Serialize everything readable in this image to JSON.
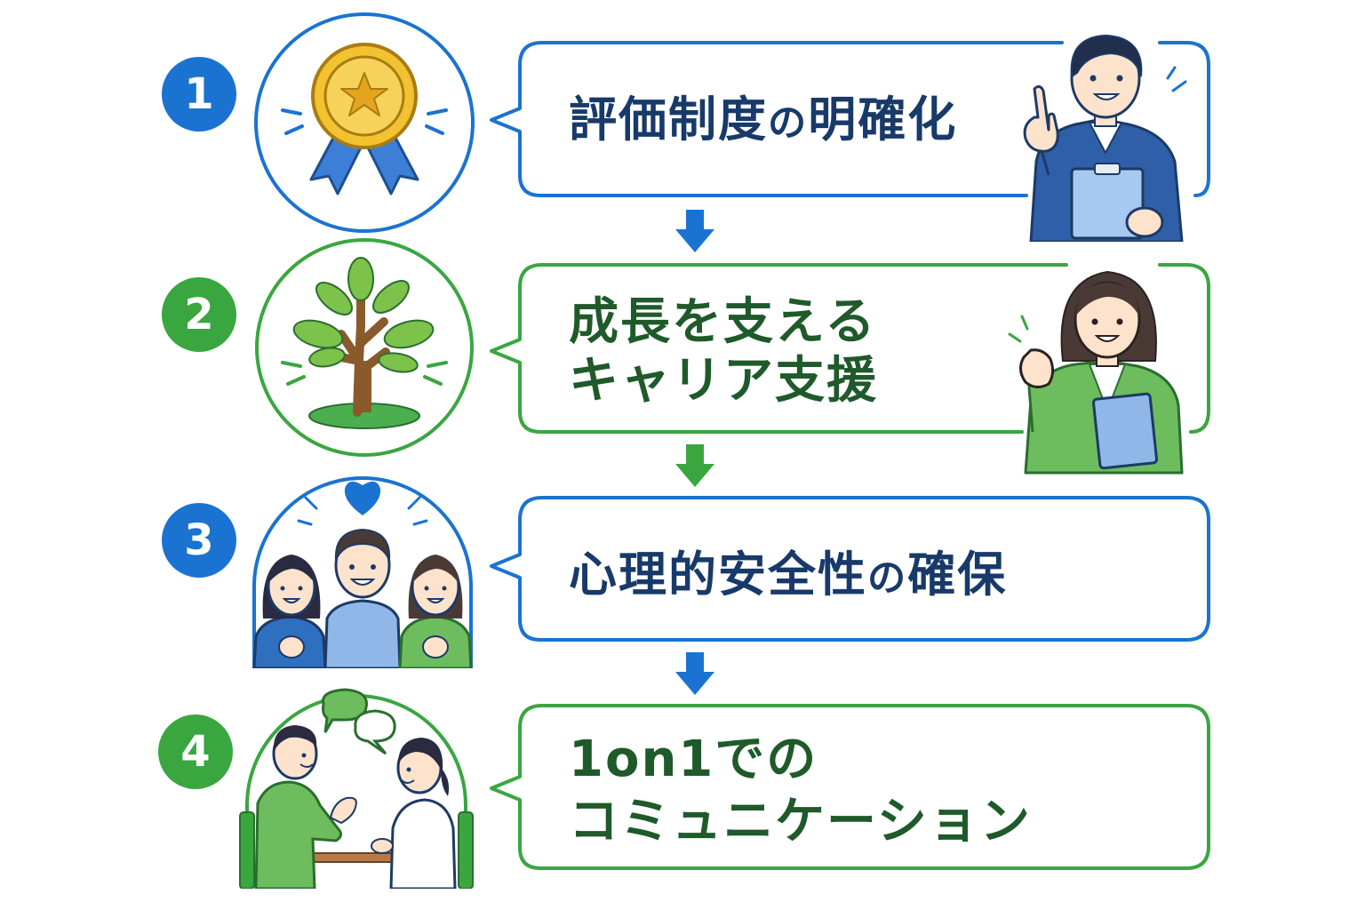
{
  "colors": {
    "blue": "#1a73d1",
    "green": "#3aa640",
    "text_blue": "#183a6a",
    "text_green": "#1f5a2a"
  },
  "steps": [
    {
      "number": "1",
      "icon": "medal-icon",
      "text_main": "評価制度",
      "text_particle": "の",
      "text_end": "明確化",
      "color": "blue",
      "person": "businessman-pointing"
    },
    {
      "number": "2",
      "icon": "tree-icon",
      "line1": "成長を支える",
      "line2": "キャリア支援",
      "color": "green",
      "person": "businesswoman-fist"
    },
    {
      "number": "3",
      "icon": "team-heart-icon",
      "text_main": "心理的安全性",
      "text_particle": "の",
      "text_end": "確保",
      "color": "blue"
    },
    {
      "number": "4",
      "icon": "conversation-icon",
      "line1": "1on1での",
      "line2": "コミュニケーション",
      "color": "green"
    }
  ],
  "arrows": [
    "blue",
    "green",
    "blue"
  ]
}
